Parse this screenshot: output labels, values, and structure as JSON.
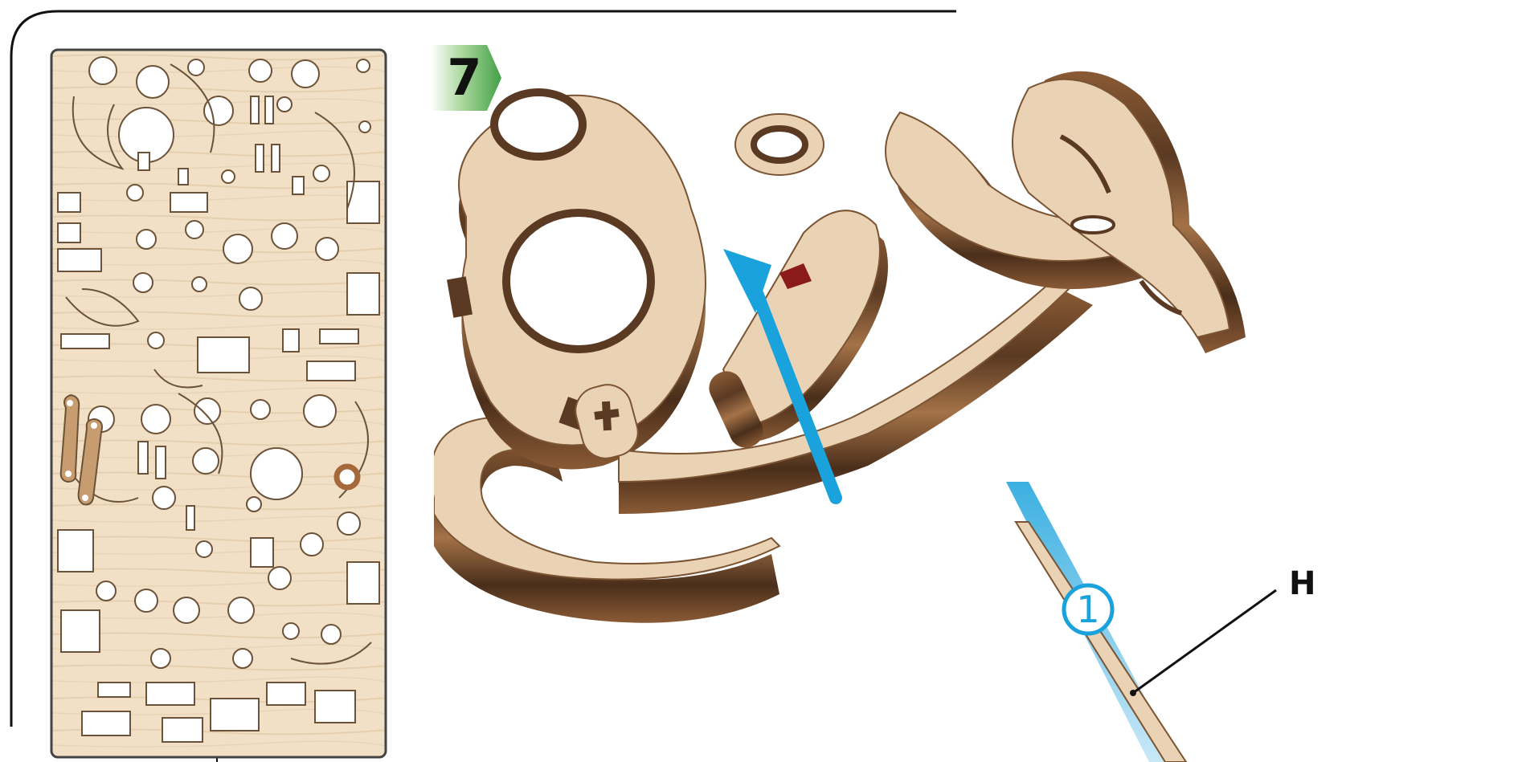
{
  "step": {
    "number": "7",
    "badge_color": "#43a047"
  },
  "callout": {
    "part_label": "H",
    "order_number": "1",
    "arrow_color": "#1aa2dc"
  },
  "colors": {
    "wood_face": "#ead3b4",
    "wood_edge_dark": "#5a3a22",
    "wood_edge_mid": "#8a5a35",
    "highlight_part": "#c79c6e",
    "frame_line": "#111111"
  },
  "icons": {
    "direction": "arrow-up-left-icon",
    "step": "step-chevron-icon"
  }
}
